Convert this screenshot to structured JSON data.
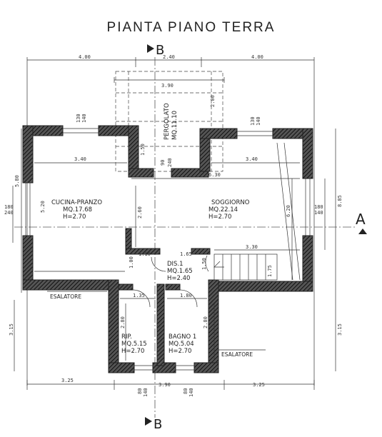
{
  "title": "PIANTA PIANO TERRA",
  "sections": {
    "b_top": "B",
    "b_bottom": "B",
    "a_right": "A"
  },
  "rooms": [
    {
      "name": "CUCINA-PRANZO",
      "area": "MQ.17.68",
      "height": "H=2.70"
    },
    {
      "name": "SOGGIORNO",
      "area": "MQ.22.14",
      "height": "H=2.70"
    },
    {
      "name": "PERGOLATO",
      "area": "MQ.11.10"
    },
    {
      "name": "DIS.1",
      "area": "MQ.1.65",
      "height": "H=2.40"
    },
    {
      "name": "RIP.",
      "area": "MQ.5.15",
      "height": "H=2.70"
    },
    {
      "name": "BAGNO 1",
      "area": "MQ.5.04",
      "height": "H=2.70"
    }
  ],
  "labels": {
    "esalatore_left": "ESALATORE",
    "esalatore_right": "ESALATORE"
  },
  "dimensions": {
    "top_left": "4.00",
    "top_mid": "2.40",
    "top_right": "4.00",
    "pergola_w": "3.90",
    "pergola_h": "2.00",
    "pergola_side": "1.50",
    "win_left": "130",
    "win_left2": "140",
    "win_right": "130",
    "win_right2": "140",
    "cucina_w": "3.40",
    "soggiorno_w": "3.40",
    "soggiorno_full": "6.30",
    "small_90": "90",
    "small_240": "240",
    "left_580": "5.80",
    "left_520": "5.20",
    "left_180": "180",
    "left_240": "240",
    "mid_260": "2.60",
    "right_620": "6.20",
    "right_a": "180",
    "right_b": "140",
    "right_outer": "8.85",
    "dis_110": "1.10",
    "dis_165": "1.65",
    "dis_100": "1.00",
    "dis_150": "1.50",
    "stair_330": "3.30",
    "stair_175": "1.75",
    "rip_135": "1.35",
    "bagno_180": "1.80",
    "rip_280": "2.80",
    "bagno_280": "2.80",
    "left_315": "3.15",
    "right_315": "3.15",
    "bot_left": "3.25",
    "bot_mid": "3.90",
    "bot_right": "3.25",
    "bot_80a": "80",
    "bot_140a": "140",
    "bot_80b": "80",
    "bot_140b": "140"
  }
}
